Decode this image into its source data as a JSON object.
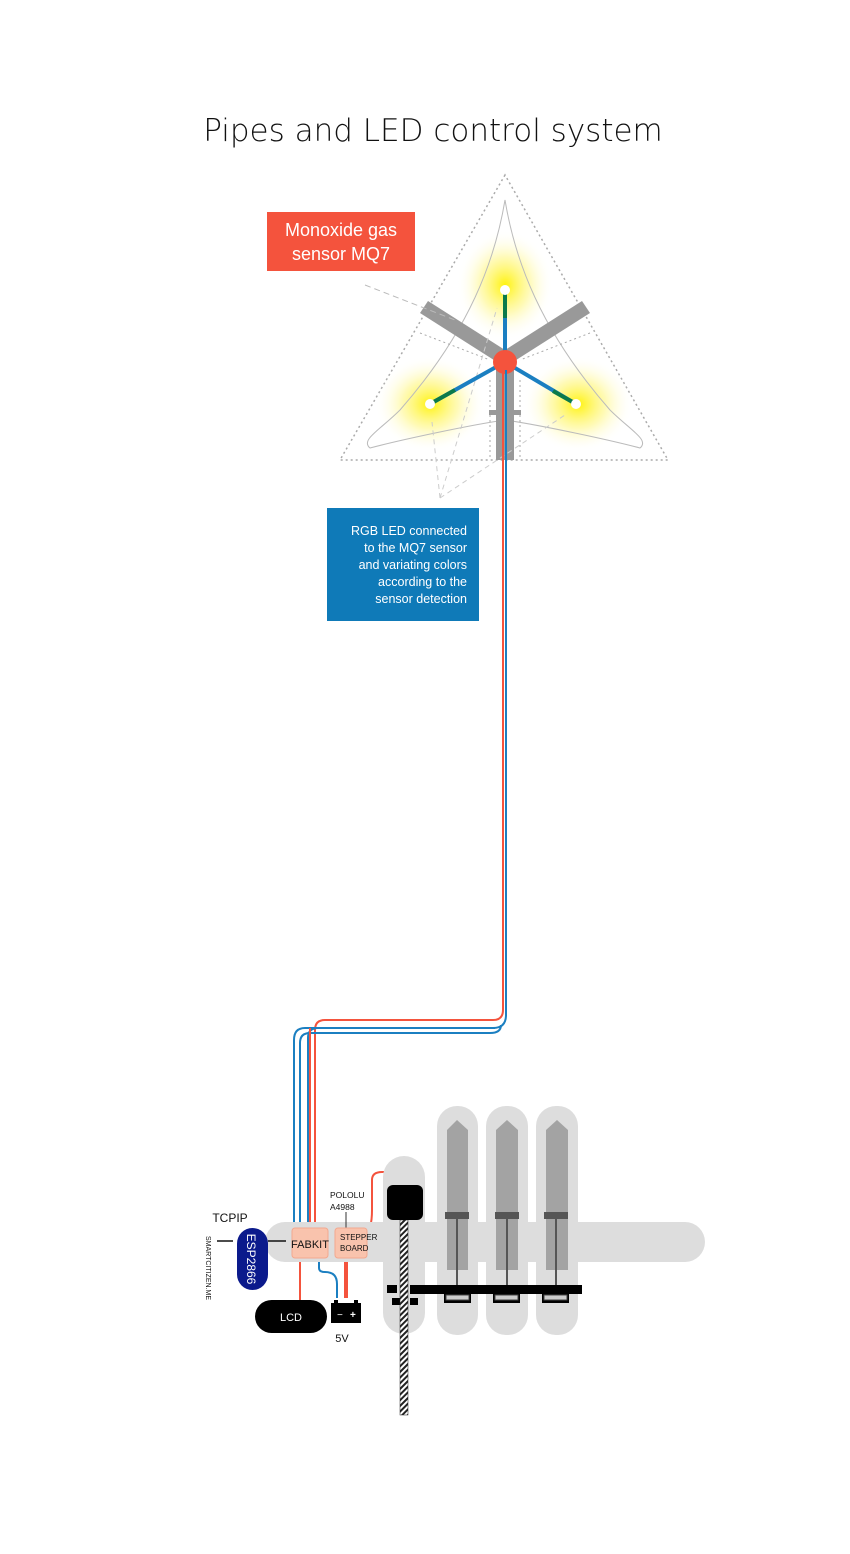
{
  "title": "Pipes and LED control system",
  "callouts": {
    "sensor_line1": "Monoxide gas",
    "sensor_line2": "sensor MQ7",
    "led_lines": [
      "RGB LED connected",
      "to the MQ7 sensor",
      "and variating colors",
      "according to the",
      "sensor detection"
    ]
  },
  "components": {
    "tcpip": "TCPIP",
    "esp": "ESP2866",
    "smartcitizen": "SMARTCITIZEN.ME",
    "fabkit": "FABKIT",
    "pololu_line1": "POLOLU",
    "pololu_line2": "A4988",
    "stepper_line1": "STEPPER",
    "stepper_line2": "BOARD",
    "lcd": "LCD",
    "battery_minus": "−",
    "battery_plus": "+",
    "voltage": "5V"
  },
  "colors": {
    "red": "#f4533d",
    "blue": "#1b7fc1",
    "green": "#0b7a4a",
    "navy": "#0b1a8c",
    "yellow": "#fff200"
  }
}
